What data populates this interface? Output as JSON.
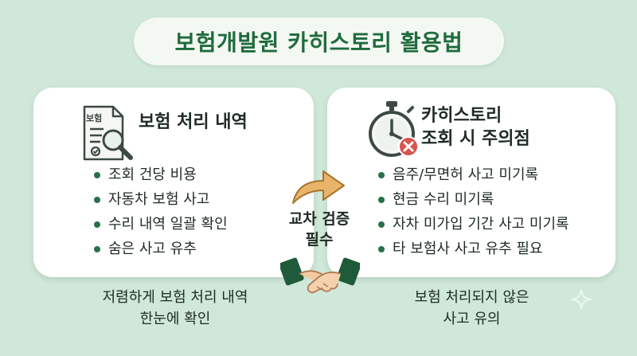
{
  "title": "보험개발원 카히스토리 활용법",
  "left_card": {
    "icon_label": "보험",
    "title": "보험 처리 내역",
    "bullets": [
      "조회 건당 비용",
      "자동차 보험 사고",
      "수리 내역 일괄 확인",
      "숨은 사고 유추"
    ]
  },
  "right_card": {
    "title_line1": "카히스토리",
    "title_line2": "조회 시 주의점",
    "bullets": [
      "음주/무면허 사고 미기록",
      "현금 수리 미기록",
      "자차 미가입 기간 사고 미기록",
      "타 보험사 사고 유추 필요"
    ]
  },
  "center": {
    "line1": "교차 검증",
    "line2": "필수"
  },
  "captions": {
    "left_line1": "저렴하게 보험 처리 내역",
    "left_line2": "한눈에 확인",
    "right_line1": "보험 처리되지 않은",
    "right_line2": "사고 유의"
  },
  "icons": {
    "document": "document-magnifier-icon",
    "stopwatch": "stopwatch-x-icon",
    "arrow": "curved-arrow-icon",
    "handshake": "handshake-icon",
    "sparkle": "sparkle-icon"
  },
  "colors": {
    "background": "#cfe8d9",
    "title_text": "#1f6b3c",
    "accent_green": "#26704a",
    "danger_red": "#d9534f",
    "arrow_orange": "#e8b46a"
  }
}
